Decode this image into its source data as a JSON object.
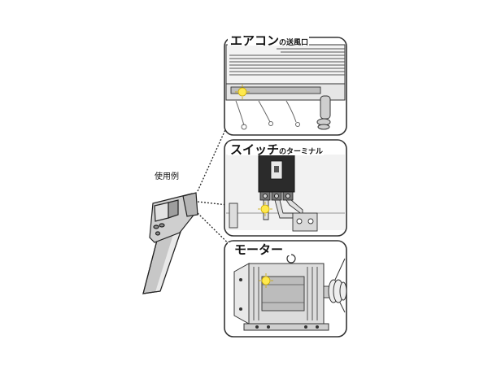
{
  "usage_example_label": "使用例",
  "panels": {
    "aircon": {
      "title_main": "エアコン",
      "title_sub": "の送風口"
    },
    "switch": {
      "title_main": "スイッチ",
      "title_sub": "のターミナル"
    },
    "motor": {
      "title_main": "モーター",
      "title_sub": ""
    }
  },
  "colors": {
    "outline": "#333333",
    "panel_fill": "#ffffff",
    "gray_fill": "#d9d9d9",
    "dark_gray": "#8c8c8c",
    "spot_highlight": "#ffe94d",
    "thermometer_body": "#c8c8c8"
  }
}
